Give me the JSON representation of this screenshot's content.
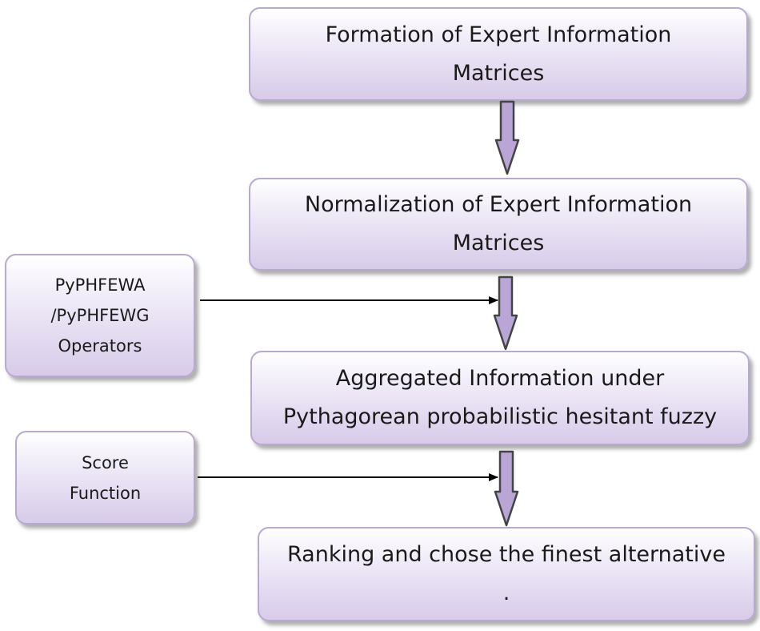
{
  "flowchart": {
    "steps": [
      {
        "id": "formation",
        "lines": [
          "Formation of Expert Information",
          "Matrices"
        ]
      },
      {
        "id": "normalization",
        "lines": [
          "Normalization of Expert Information",
          "Matrices"
        ]
      },
      {
        "id": "aggregated",
        "lines": [
          "Aggregated Information under",
          "Pythagorean probabilistic hesitant fuzzy"
        ]
      },
      {
        "id": "ranking",
        "lines": [
          "Ranking and chose the finest alternative",
          "."
        ]
      }
    ],
    "inputs": [
      {
        "id": "operators",
        "lines": [
          "PyPHFEWA",
          "/PyPHFEWG",
          "Operators"
        ],
        "feeds": "aggregated"
      },
      {
        "id": "score",
        "lines": [
          "Score",
          "Function"
        ],
        "feeds": "ranking"
      }
    ]
  },
  "colors": {
    "box_border": "#b7a9cf",
    "box_fill_light": "#ece6f6",
    "box_fill_dark": "#d7cbe9",
    "flow_arrow_fill": "#b9a6d6",
    "flow_arrow_stroke": "#444444",
    "connector": "#000000"
  }
}
